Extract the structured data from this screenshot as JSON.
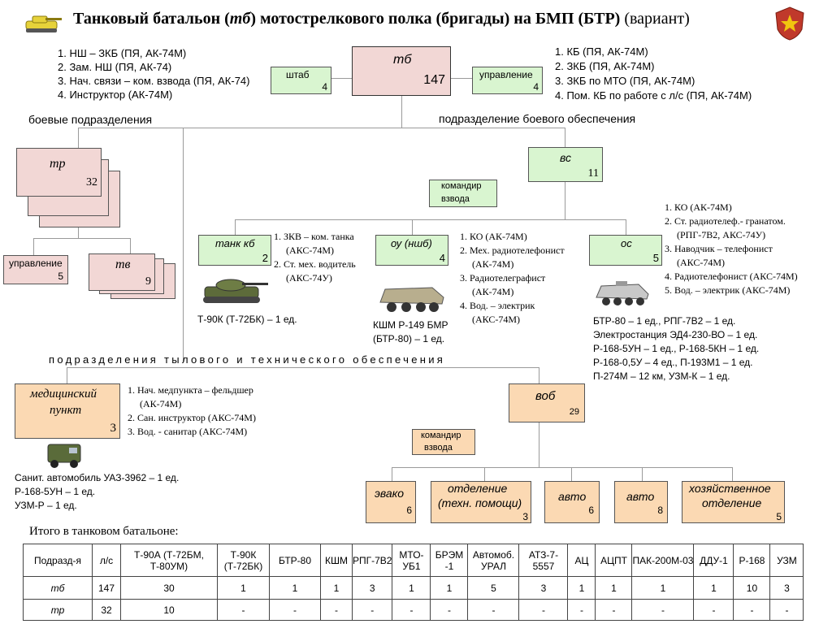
{
  "title": {
    "prefix": "Танковый батальон (",
    "abbr": "тб",
    "mid": ") мотострелкового полка (бригады) на БМП (БТР)",
    "suffix": " (вариант)"
  },
  "hq": {
    "name": "тб",
    "count": "147"
  },
  "shtab": {
    "label": "штаб",
    "count": "4"
  },
  "upravlenie": {
    "label": "управление",
    "count": "4"
  },
  "shtab_list": [
    "1. НШ – ЗКБ (ПЯ, АК-74М)",
    "2. Зам. НШ (ПЯ, АК-74)",
    "3. Нач. связи – ком. взвода (ПЯ, АК-74)",
    "4. Инструктор (АК-74М)"
  ],
  "upr_list": [
    "1. КБ (ПЯ, АК-74М)",
    "2. ЗКБ (ПЯ, АК-74М)",
    "3. ЗКБ по МТО (ПЯ, АК-74М)",
    "4. Пом. КБ по работе с л/с  (ПЯ, АК-74М)"
  ],
  "combat_label": "боевые подразделения",
  "support_label": "подразделение боевого обеспечения",
  "tr": {
    "name": "тр",
    "count": "32"
  },
  "tr_upr": {
    "label": "управление",
    "count": "5"
  },
  "tv": {
    "name": "тв",
    "count": "9"
  },
  "vs": {
    "name": "вс",
    "count": "11"
  },
  "komandir1": {
    "line1": "командир",
    "line2": "взвода"
  },
  "tank_kb": {
    "name": "танк кб",
    "count": "2"
  },
  "tank_kb_list": [
    "1. ЗКВ – ком. танка",
    "(АКС-74М)",
    "2. Ст. мех. водитель",
    "(АКС-74У)"
  ],
  "tank_kb_caption": "Т-90К (Т-72БК) – 1 ед.",
  "ou": {
    "name": "оу (ншб)",
    "count": "4"
  },
  "ou_list": [
    "1. КО (АК-74М)",
    "2. Мех. радиотелефонист",
    "(АК-74М)",
    "3. Радиотелеграфист",
    "(АК-74М)",
    "4. Вод. – электрик",
    "(АКС-74М)"
  ],
  "ou_caption": [
    "КШМ Р-149 БМР",
    "(БТР-80) – 1 ед."
  ],
  "os": {
    "name": "ос",
    "count": "5"
  },
  "os_list": [
    "1. КО (АК-74М)",
    "2. Ст. радиотелеф.- гранатом.",
    "(РПГ-7В2, АКС-74У)",
    "3. Наводчик – телефонист",
    "(АКС-74М)",
    "4. Радиотелефонист (АКС-74М)",
    "5. Вод. – электрик (АКС-74М)"
  ],
  "os_caption": [
    "БТР-80 – 1 ед., РПГ-7В2 – 1 ед.",
    "Электростанция ЭД4-230-ВО – 1 ед.",
    "Р-168-5УН – 1 ед., Р-168-5КН – 1 ед.",
    "Р-168-0,5У – 4 ед., П-193М1 – 1 ед.",
    "П-274М – 12 км, УЗМ-К – 1 ед."
  ],
  "rear_label": "подразделения  тылового и технического обеспечения",
  "med": {
    "line1": "медицинский",
    "line2": "пункт",
    "count": "3"
  },
  "med_list": [
    "1. Нач. медпункта – фельдшер",
    "(АК-74М)",
    "2. Сан. инструктор (АКС-74М)",
    "3. Вод. - санитар (АКС-74М)"
  ],
  "med_caption": [
    "Санит. автомобиль УАЗ-3962 – 1 ед.",
    "Р-168-5УН – 1 ед.",
    "УЗМ-Р – 1 ед."
  ],
  "vob": {
    "name": "воб",
    "count": "29"
  },
  "komandir2": {
    "line1": "командир",
    "line2": "взвода"
  },
  "sub": [
    {
      "line1": "эвако",
      "line2": "",
      "count": "6"
    },
    {
      "line1": "отделение",
      "line2": "(техн. помощи)",
      "count": "3"
    },
    {
      "line1": "авто",
      "line2": "",
      "count": "6"
    },
    {
      "line1": "авто",
      "line2": "",
      "count": "8"
    },
    {
      "line1": "хозяйственное",
      "line2": "отделение",
      "count": "5"
    }
  ],
  "summary_title": "Итого в танковом батальоне:",
  "table": {
    "headers": [
      "Подразд-я",
      "л/с",
      "Т-90А (Т-72БМ, Т-80УМ)",
      "Т-90К (Т-72БК)",
      "БТР-80",
      "КШМ",
      "РПГ-7В2",
      "МТО-УБ1",
      "БРЭМ -1",
      "Автомоб. УРАЛ",
      "АТЗ-7-5557",
      "АЦ",
      "АЦПТ",
      "ПАК-200М-03",
      "ДДУ-1",
      "Р-168",
      "УЗМ"
    ],
    "rows": [
      [
        "тб",
        "147",
        "30",
        "1",
        "1",
        "1",
        "3",
        "1",
        "1",
        "5",
        "3",
        "1",
        "1",
        "1",
        "1",
        "10",
        "3"
      ],
      [
        "тр",
        "32",
        "10",
        "-",
        "-",
        "-",
        "-",
        "-",
        "-",
        "-",
        "-",
        "-",
        "-",
        "-",
        "-",
        "-",
        "-"
      ]
    ]
  },
  "colors": {
    "pink": "#f2d7d5",
    "green": "#d9f5d0",
    "orange": "#fbd9b3"
  }
}
